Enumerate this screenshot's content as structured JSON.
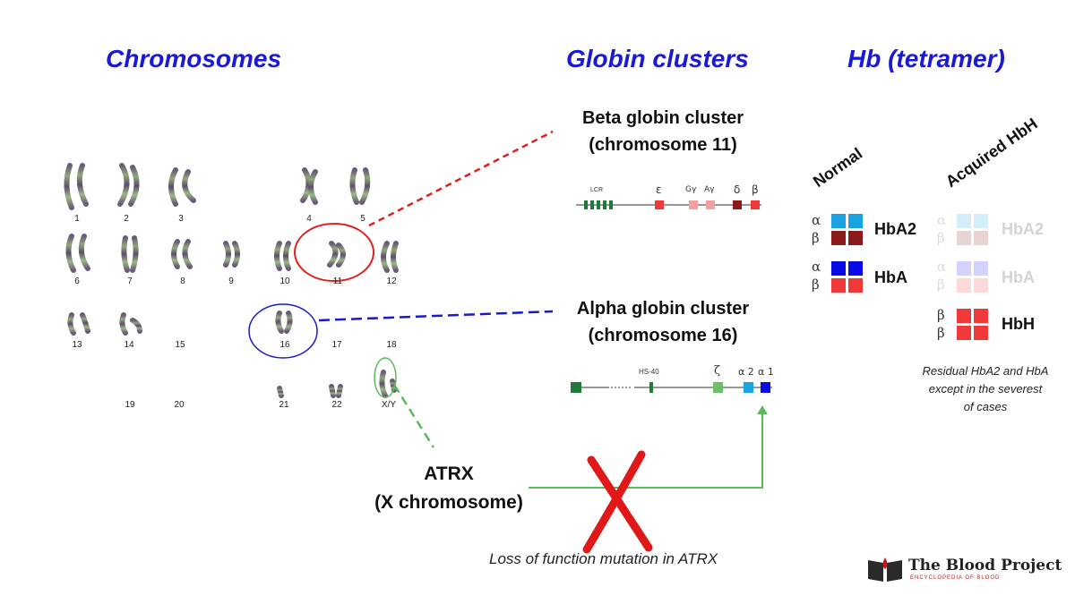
{
  "headers": {
    "chromosomes": "Chromosomes",
    "globin_clusters": "Globin clusters",
    "hb_tetramer": "Hb (tetramer)"
  },
  "chromosome_labels": [
    "1",
    "2",
    "3",
    "4",
    "5",
    "6",
    "7",
    "8",
    "9",
    "10",
    "11",
    "12",
    "13",
    "14",
    "15",
    "16",
    "17",
    "18",
    "19",
    "20",
    "21",
    "22",
    "X/Y"
  ],
  "beta_cluster": {
    "title_line1": "Beta globin cluster",
    "title_line2": "(chromosome 11)",
    "genes": {
      "lcr": "LCR",
      "epsilon": "ε",
      "g_gamma": "Gγ",
      "a_gamma": "Aγ",
      "delta": "δ",
      "beta": "β"
    }
  },
  "alpha_cluster": {
    "title_line1": "Alpha globin cluster",
    "title_line2": "(chromosome 16)",
    "genes": {
      "hs40": "HS-40",
      "zeta": "ζ",
      "alpha2": "α 2",
      "alpha1": "α 1"
    }
  },
  "atrx": {
    "line1": "ATRX",
    "line2": "(X chromosome)"
  },
  "loss_note": "Loss of function mutation in ATRX",
  "hb_panel": {
    "col_normal": "Normal",
    "col_acquired": "Acquired HbH",
    "hba2": "HbA2",
    "hba": "HbA",
    "hbh": "HbH",
    "alpha_sym": "α",
    "beta_sym": "β",
    "residual_note_line1": "Residual HbA2 and HbA",
    "residual_note_line2": "except in the severest",
    "residual_note_line3": "of cases"
  },
  "colors": {
    "header_blue": "#1a1ad6",
    "alpha_light": "#1aa3e0",
    "alpha_dark": "#0a0ae6",
    "delta_chain": "#8b1a1a",
    "beta_chain": "#f03a3a",
    "lcr_green": "#1f7a3a",
    "red_circle": "#e02020",
    "blue_circle": "#1a1ac8",
    "green_line": "#5cb85c"
  },
  "logo": {
    "text_pre": "The ",
    "text_bold": "Blood",
    "text_post": " Project",
    "sub": "ENCYCLOPEDIA OF BLOOD"
  }
}
